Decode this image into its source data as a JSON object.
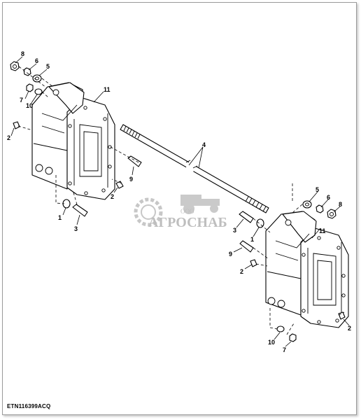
{
  "figure_code": "ETN116399ACQ",
  "watermark": {
    "small": "ООО",
    "main": "АГРОСНАБ"
  },
  "callouts": {
    "l8": "8",
    "l6": "6",
    "l5": "5",
    "l7": "7",
    "l10": "10",
    "l11": "11",
    "l2a": "2",
    "l9": "9",
    "l2b": "2",
    "l1": "1",
    "l3": "3",
    "l4": "4",
    "r5": "5",
    "r6": "6",
    "r8": "8",
    "r3": "3",
    "r1": "1",
    "r11": "11",
    "r9": "9",
    "r2a": "2",
    "r2b": "2",
    "r10": "10",
    "r7": "7"
  }
}
